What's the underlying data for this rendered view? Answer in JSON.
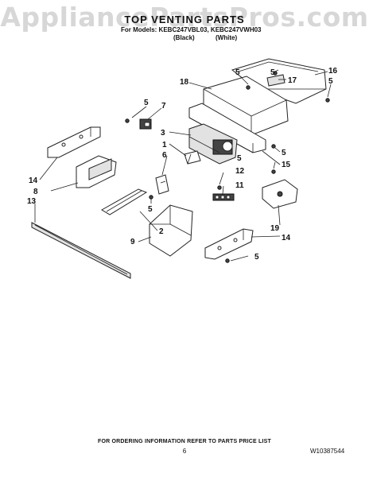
{
  "watermark": "AppliancePartsPros.com",
  "title": "TOP VENTING PARTS",
  "models_line": "For Models: KEBC247VBL03, KEBC247VWH03",
  "variants": [
    "(Black)",
    "(White)"
  ],
  "callouts": {
    "c1": "1",
    "c2": "2",
    "c3": "3",
    "c5a": "5",
    "c5b": "5",
    "c5c": "5",
    "c5d": "5",
    "c5e": "5",
    "c5f": "5",
    "c5g": "5",
    "c6": "6",
    "c7": "7",
    "c8": "8",
    "c9": "9",
    "c11": "11",
    "c12": "12",
    "c13": "13",
    "c14a": "14",
    "c14b": "14",
    "c15": "15",
    "c16": "16",
    "c17": "17",
    "c18": "18",
    "c19": "19"
  },
  "footer_note": "FOR ORDERING INFORMATION REFER TO PARTS PRICE LIST",
  "page_number": "6",
  "document_number": "W10387544"
}
